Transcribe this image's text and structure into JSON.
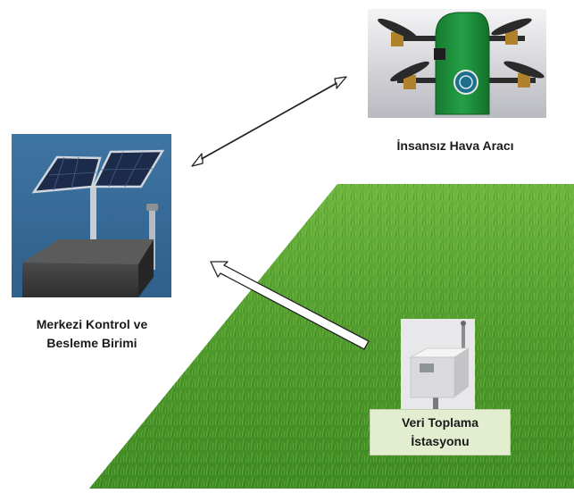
{
  "labels": {
    "uav": "İnsansız Hava Aracı",
    "center_line1": "Merkezi Kontrol ve",
    "center_line2": "Besleme Birimi",
    "station_line1": "Veri Toplama",
    "station_line2": "İstasyonu"
  },
  "colors": {
    "grass": "#4f9a2c",
    "uav_body": "#1f8a3c",
    "panel_background": "#3b6e9a",
    "box": "#3a3a3a",
    "station_label_bg": "#e3edd0"
  },
  "icons": [
    "drone-icon",
    "solar-station-icon",
    "sensor-station-icon"
  ],
  "connections": [
    {
      "from": "İnsansız Hava Aracı",
      "to": "Merkezi Kontrol ve Besleme Birimi",
      "direction": "bidirectional"
    },
    {
      "from": "Veri Toplama İstasyonu",
      "to": "Merkezi Kontrol ve Besleme Birimi",
      "direction": "one-way"
    }
  ]
}
